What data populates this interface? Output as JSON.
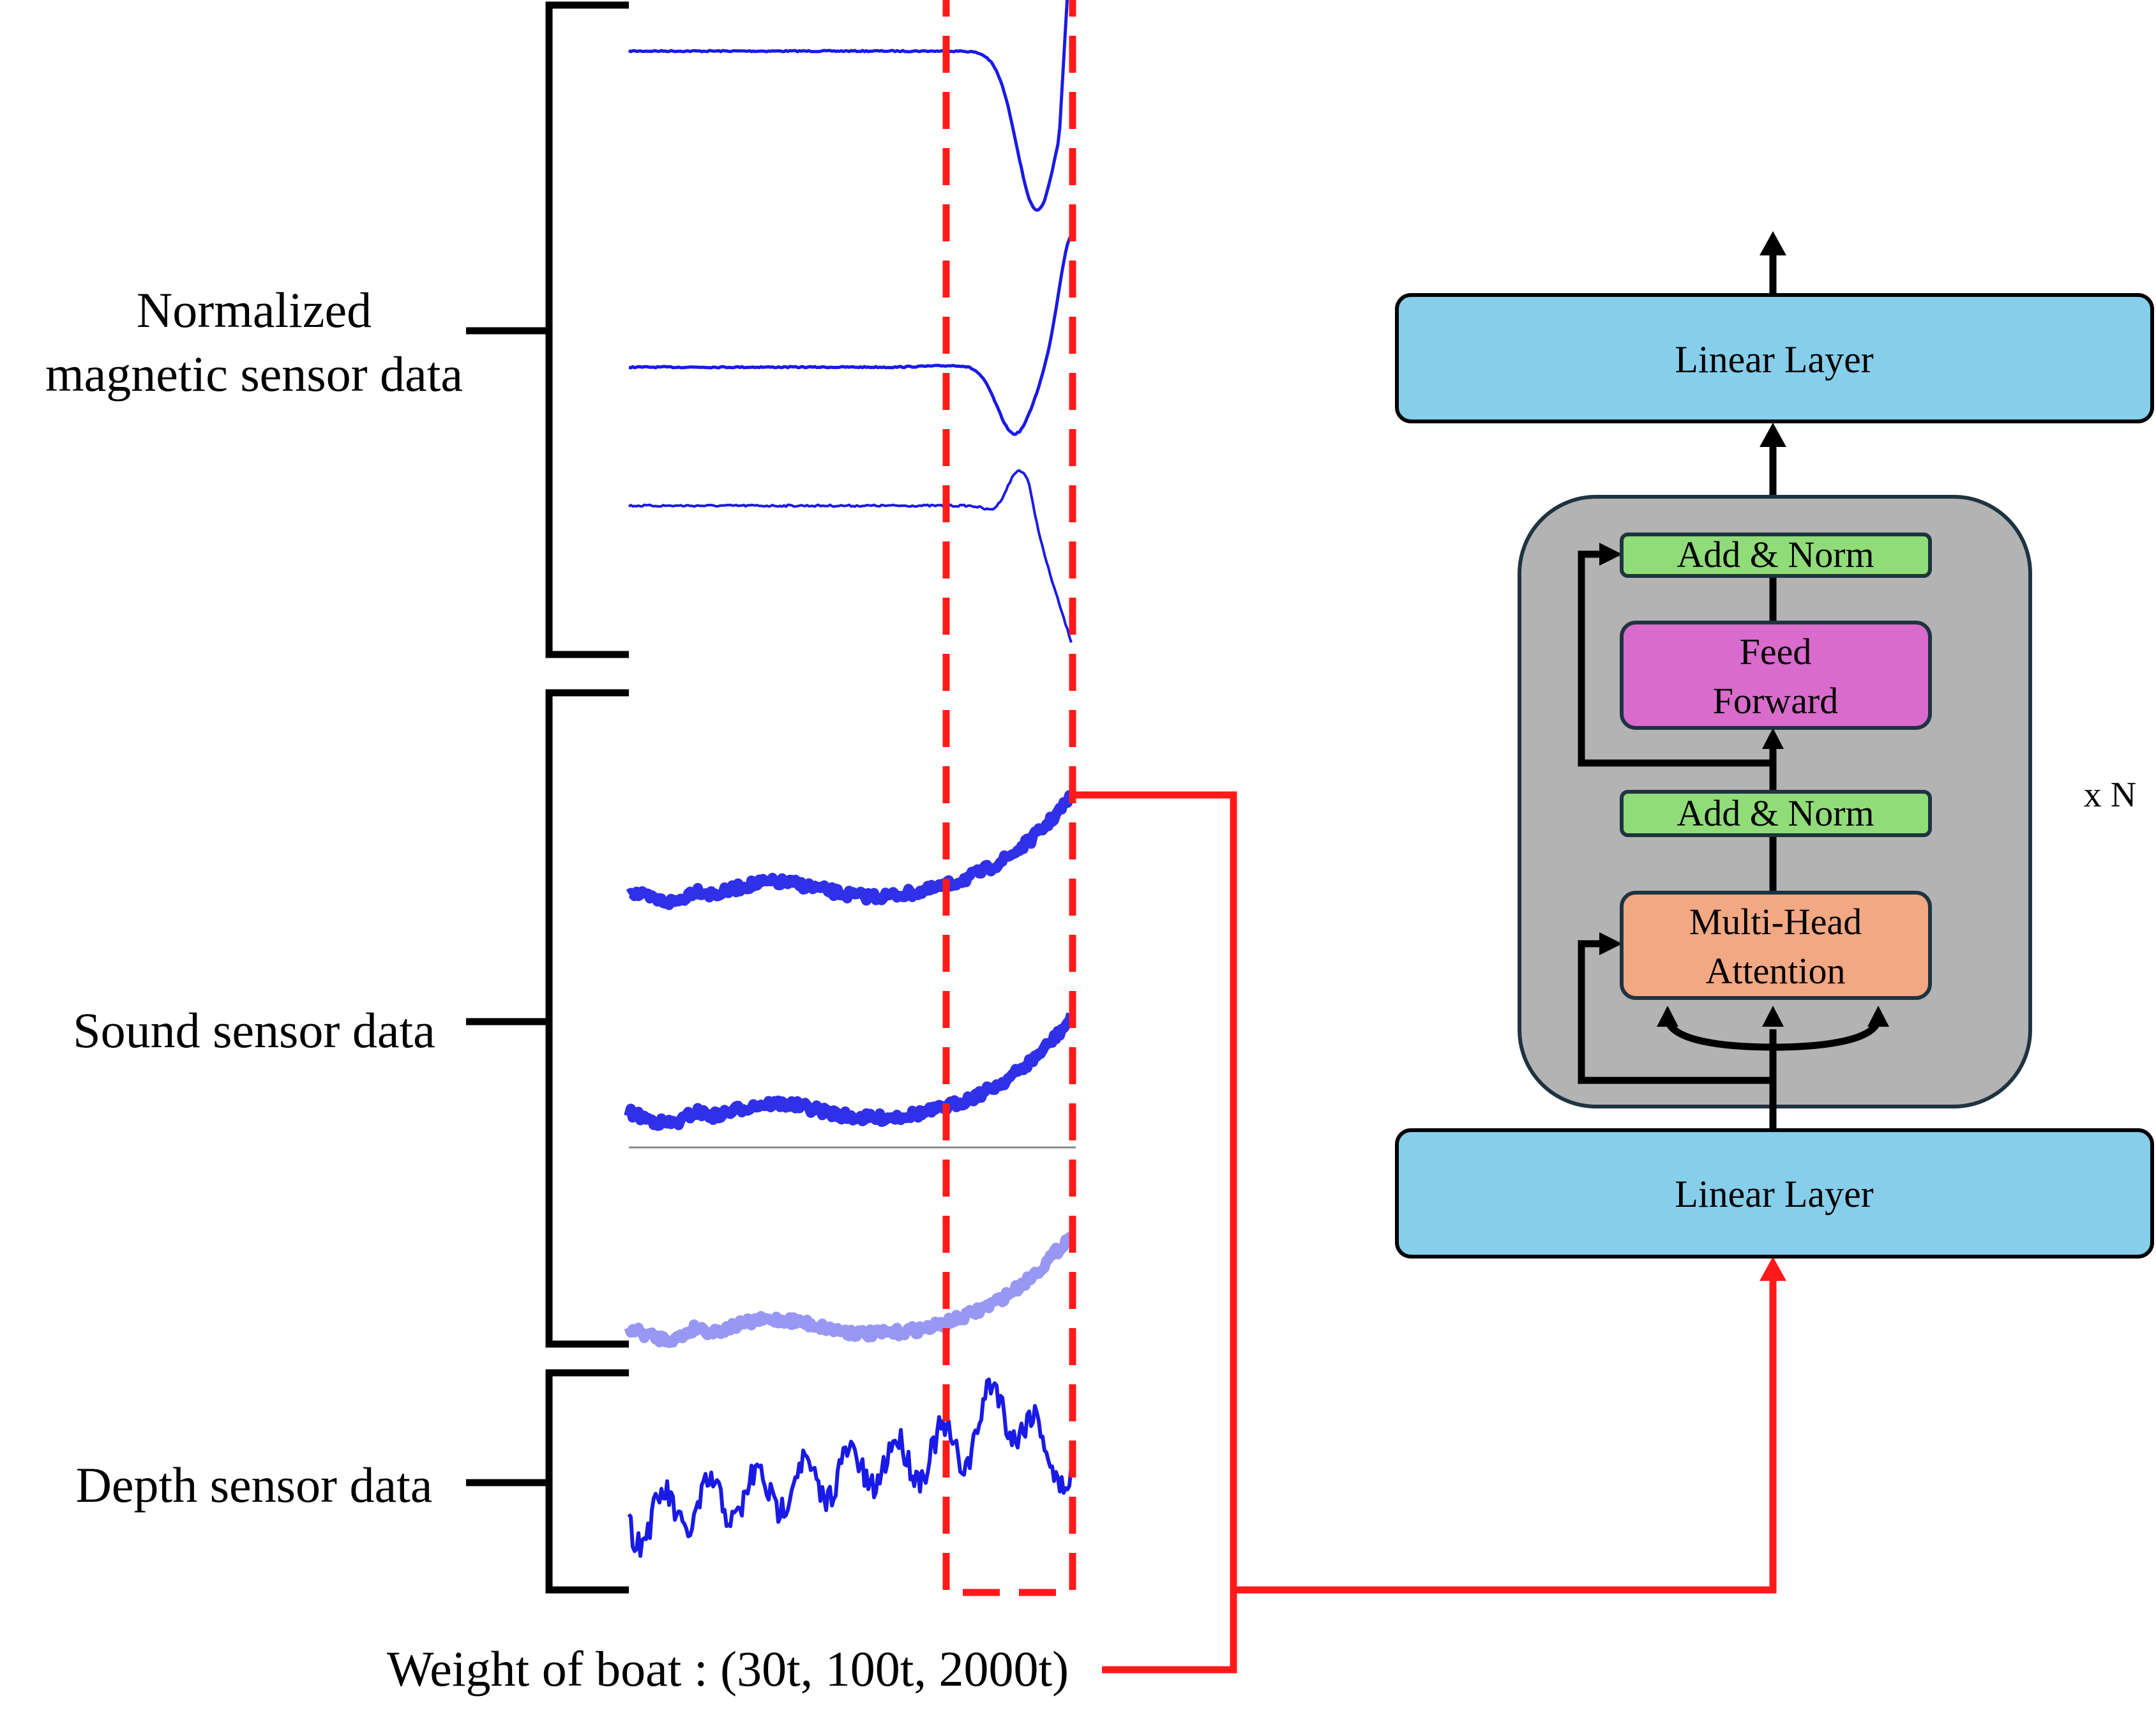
{
  "labels": {
    "magnetic_line1": "Normalized",
    "magnetic_line2": "magnetic sensor data",
    "sound": "Sound sensor data",
    "depth": "Depth sensor data",
    "weight": "Weight of boat : (30t, 100t, 2000t)"
  },
  "model": {
    "linear_top": "Linear Layer",
    "linear_bottom": "Linear Layer",
    "add_norm_top": "Add & Norm",
    "feed_forward_line1": "Feed",
    "feed_forward_line2": "Forward",
    "add_norm_bottom": "Add & Norm",
    "mha_line1": "Multi-Head",
    "mha_line2": "Attention",
    "repeat": "x N"
  },
  "colors": {
    "signal": "#1a1ae6",
    "highlight": "#ff1a1a",
    "linear": "#87ceeb",
    "add_norm": "#90dc78",
    "feed_forward": "#d86bcb",
    "attention": "#f2a883",
    "encoder_block": "#b3b3b3"
  }
}
